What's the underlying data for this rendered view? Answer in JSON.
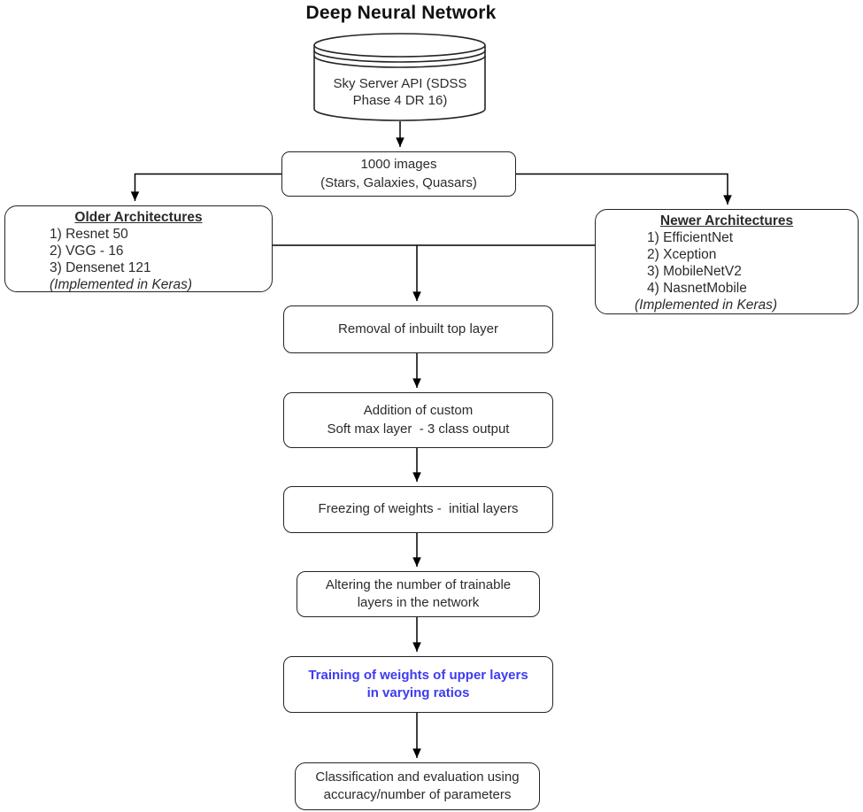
{
  "title": "Deep Neural Network",
  "colors": {
    "line": "#000000",
    "box_border": "#242424",
    "box_fill": "#ffffff",
    "text": "#2b2b2b",
    "highlight_text": "#3e3bf1"
  },
  "nodes": {
    "database": {
      "lines": [
        "Sky Server API (SDSS",
        "Phase 4 DR 16)"
      ]
    },
    "images": {
      "lines": [
        "1000 images",
        "(Stars, Galaxies, Quasars)"
      ]
    },
    "older": {
      "title": "Older Architectures",
      "items": [
        "1) Resnet 50",
        "2) VGG - 16",
        "3) Densenet 121"
      ],
      "note": "(Implemented in Keras)"
    },
    "newer": {
      "title": "Newer Architectures",
      "items": [
        "1) EfficientNet",
        "2) Xception",
        "3) MobileNetV2",
        "4) NasnetMobile"
      ],
      "note": "(Implemented in Keras)"
    },
    "removal": {
      "lines": [
        "Removal of inbuilt top layer"
      ]
    },
    "addition": {
      "lines": [
        "Addition of custom",
        "Soft max layer  - 3 class output"
      ]
    },
    "freezing": {
      "lines": [
        "Freezing of weights -  initial layers"
      ]
    },
    "altering": {
      "lines": [
        "Altering the number of trainable",
        "layers in the network"
      ]
    },
    "training": {
      "lines": [
        "Training of weights of upper layers",
        "in varying ratios"
      ]
    },
    "classification": {
      "lines": [
        "Classification and evaluation using",
        "accuracy/number of parameters"
      ]
    }
  }
}
